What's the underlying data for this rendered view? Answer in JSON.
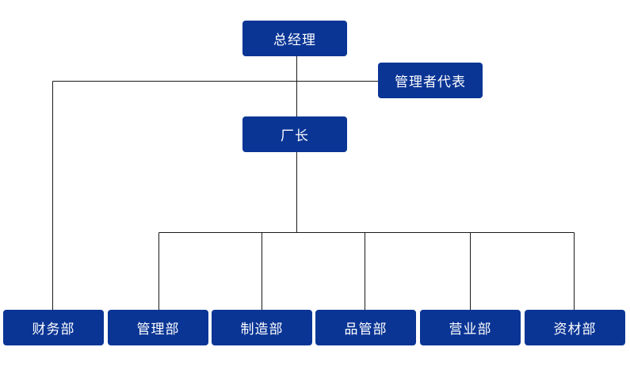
{
  "diagram": {
    "type": "org-chart",
    "colors": {
      "node_fill": "#0a3595",
      "node_text": "#ffffff",
      "connector": "#1a1a1a",
      "background": "#ffffff"
    },
    "nodes": {
      "general_manager": "总经理",
      "management_representative": "管理者代表",
      "factory_manager": "厂长",
      "finance_dept": "财务部",
      "admin_dept": "管理部",
      "manufacturing_dept": "制造部",
      "quality_dept": "品管部",
      "sales_dept": "营业部",
      "materials_dept": "资材部"
    },
    "edges": [
      [
        "general_manager",
        "management_representative"
      ],
      [
        "general_manager",
        "factory_manager"
      ],
      [
        "general_manager",
        "finance_dept"
      ],
      [
        "factory_manager",
        "admin_dept"
      ],
      [
        "factory_manager",
        "manufacturing_dept"
      ],
      [
        "factory_manager",
        "quality_dept"
      ],
      [
        "factory_manager",
        "sales_dept"
      ],
      [
        "factory_manager",
        "materials_dept"
      ]
    ]
  }
}
